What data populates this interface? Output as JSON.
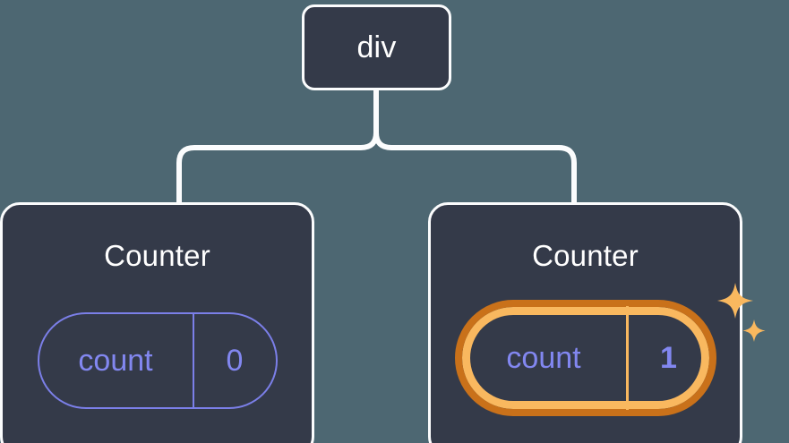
{
  "diagram": {
    "title": "React component tree with highlighted state update",
    "background_color": "#4d6772",
    "node_fill": "#343a49",
    "node_border": "#fbfcfd",
    "connector_color": "#fbfcfd",
    "state_accent": "#8287f0",
    "highlight_outer": "#c9711a",
    "highlight_inner": "#f9b85f",
    "sparkle_color": "#f9b85f"
  },
  "root": {
    "label": "div"
  },
  "children": [
    {
      "label": "Counter",
      "state": {
        "key": "count",
        "value": "0"
      },
      "highlighted": false
    },
    {
      "label": "Counter",
      "state": {
        "key": "count",
        "value": "1"
      },
      "highlighted": true
    }
  ]
}
